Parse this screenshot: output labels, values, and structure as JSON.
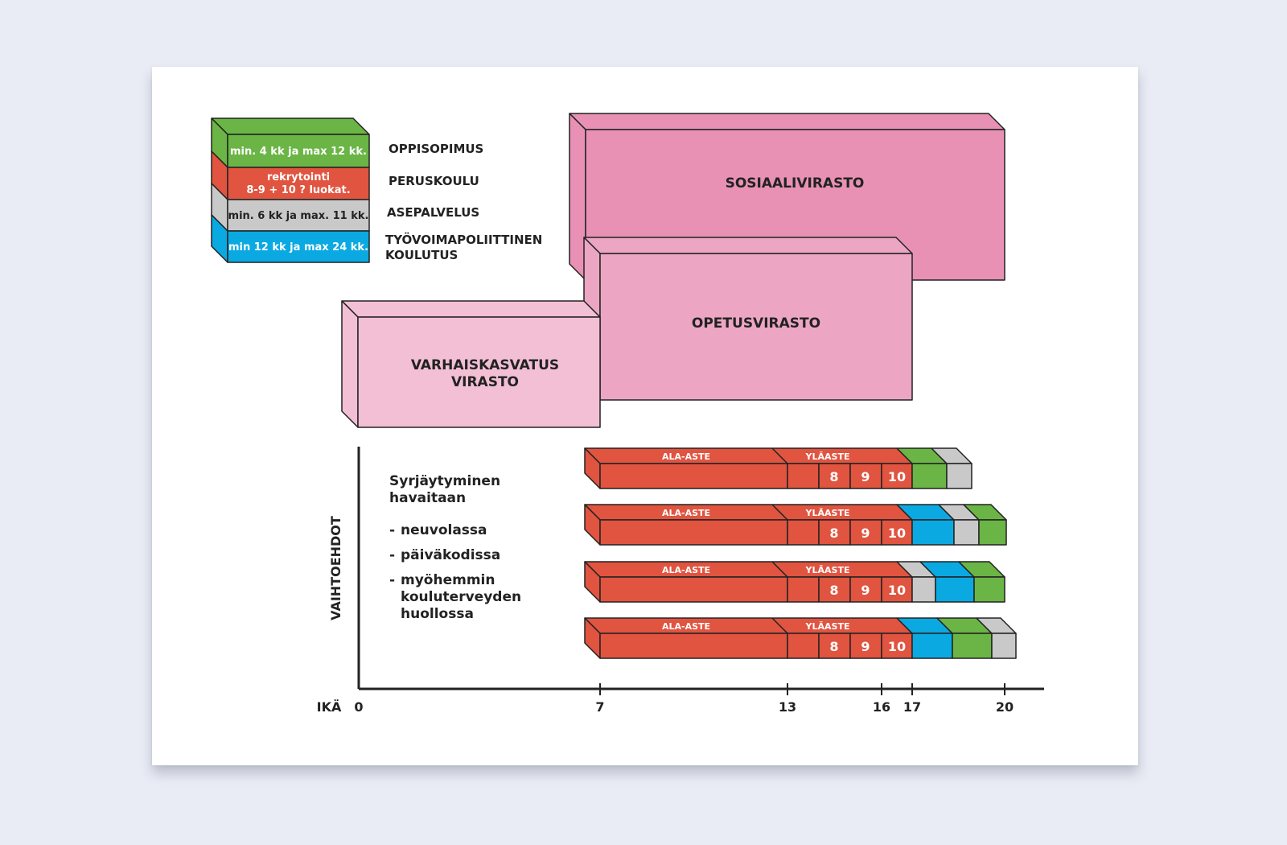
{
  "legend": [
    {
      "box": "min. 4 kk ja max 12 kk.",
      "label": "OPPISOPIMUS",
      "color": "#6ab545"
    },
    {
      "box_line1": "rekrytointi",
      "box_line2": "8-9 + 10 ? luokat.",
      "label": "PERUSKOULU",
      "color": "#e05440"
    },
    {
      "box": "min. 6 kk ja max. 11 kk.",
      "label": "ASEPALVELUS",
      "color": "#c9c9c9"
    },
    {
      "box": "min 12 kk ja max 24 kk.",
      "label_line1": "TYÖVOIMAPOLIITTINEN",
      "label_line2": "KOULUTUS",
      "color": "#0aa9e1"
    }
  ],
  "agencies": {
    "social": "SOSIAALIVIRASTO",
    "education": "OPETUSVIRASTO",
    "early_line1": "VARHAISKASVATUS",
    "early_line2": "VIRASTO"
  },
  "notes": {
    "heading_line1": "Syrjäytyminen",
    "heading_line2": "havaitaan",
    "dash": "-",
    "item1": "neuvolassa",
    "item2": "päiväkodissa",
    "item3_line1": "myöhemmin",
    "item3_line2": "kouluterveyden",
    "item3_line3": "huollossa"
  },
  "bars": {
    "ala_aste": "ALA-ASTE",
    "ylaaste": "YLÄASTE",
    "grade8": "8",
    "grade9": "9",
    "grade10": "10"
  },
  "axes": {
    "y_label": "VAIHTOEHDOT",
    "x_label": "IKÄ",
    "ticks": [
      "0",
      "7",
      "13",
      "16",
      "17",
      "20"
    ]
  },
  "colors": {
    "pink_dark": "#e891b4",
    "pink_mid": "#eca6c3",
    "pink_light": "#f2bfd5",
    "red": "#e05440",
    "green": "#6ab545",
    "gray": "#c9c9c9",
    "blue": "#0aa9e1",
    "outline": "#222222"
  }
}
